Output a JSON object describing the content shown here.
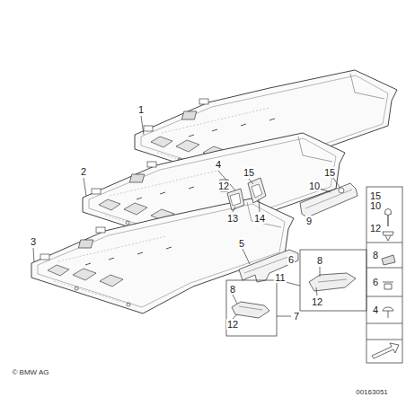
{
  "diagram": {
    "labels": [
      "1",
      "4",
      "15",
      "15",
      "12",
      "10",
      "13",
      "14",
      "9",
      "2",
      "3",
      "15",
      "10",
      "12",
      "8",
      "6",
      "4",
      "5",
      "6",
      "11",
      "8",
      "12",
      "8",
      "12",
      "7",
      "© BMW AG",
      "00163051"
    ]
  }
}
